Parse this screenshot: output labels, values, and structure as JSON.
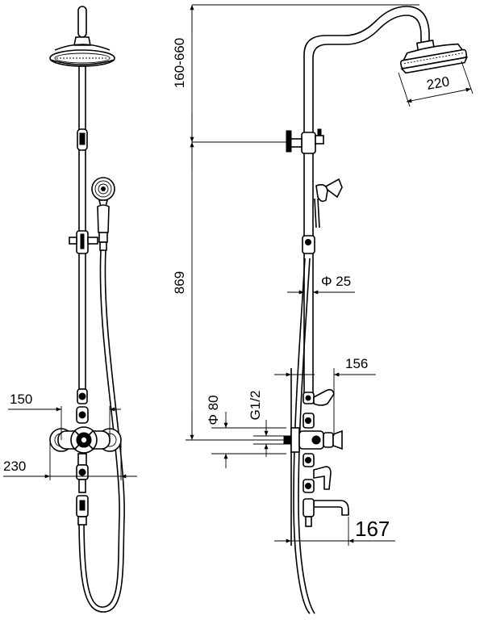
{
  "dimensions": {
    "arm_height": "160-660",
    "rail_height": "869",
    "head_diameter": "220",
    "rail_diameter": "Φ 25",
    "mixer_projection": "156",
    "eccentric_spacing": "150",
    "overall_width": "230",
    "flange_diameter": "Φ 80",
    "inlet_thread": "G1/2",
    "spout_projection": "167"
  }
}
